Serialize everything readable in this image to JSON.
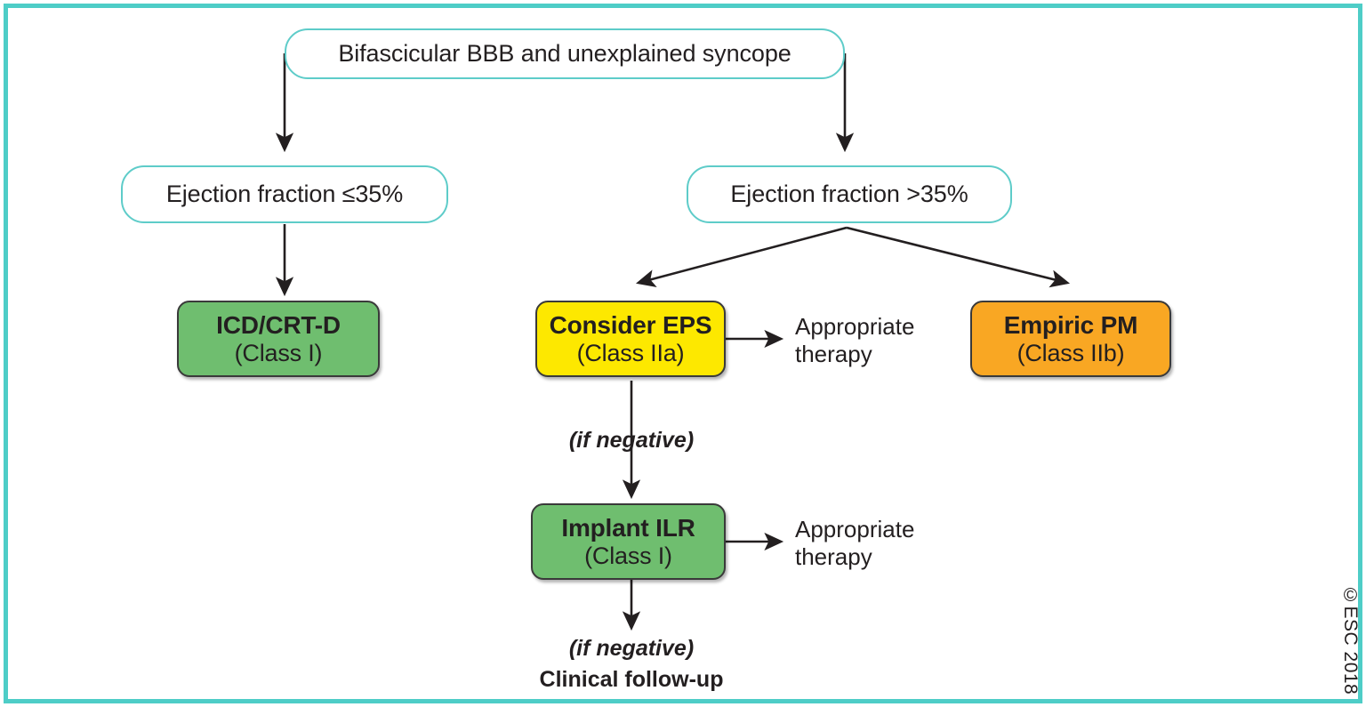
{
  "frame": {
    "border_color": "#4ECDC7",
    "background": "#ffffff"
  },
  "copyright": "©ESC 2018",
  "palette": {
    "green": "#6FBE6F",
    "yellow": "#FDE800",
    "orange": "#F9A723",
    "outline": "#5ECCC9",
    "text": "#231f20",
    "arrow": "#231f20"
  },
  "diagram": {
    "type": "clinical-decision-flowchart",
    "root": {
      "label": "Bifascicular BBB and unexplained syncope"
    },
    "decisions": [
      {
        "label": "Ejection fraction ≤35%"
      },
      {
        "label": "Ejection fraction >35%"
      }
    ],
    "actions": [
      {
        "title": "ICD/CRT-D",
        "recommendation": "(Class I)",
        "color": "green"
      },
      {
        "title": "Consider EPS",
        "recommendation": "(Class IIa)",
        "color": "yellow"
      },
      {
        "title": "Empiric PM",
        "recommendation": "(Class IIb)",
        "color": "orange"
      },
      {
        "title": "Implant ILR",
        "recommendation": "(Class I)",
        "color": "green"
      }
    ],
    "outcomes": [
      {
        "label": "Appropriate\ntherapy"
      },
      {
        "label": "Appropriate\ntherapy"
      }
    ],
    "edge_labels": [
      {
        "label": "(if negative)"
      },
      {
        "label": "(if negative)"
      }
    ],
    "terminal": {
      "label": "Clinical follow-up"
    }
  }
}
